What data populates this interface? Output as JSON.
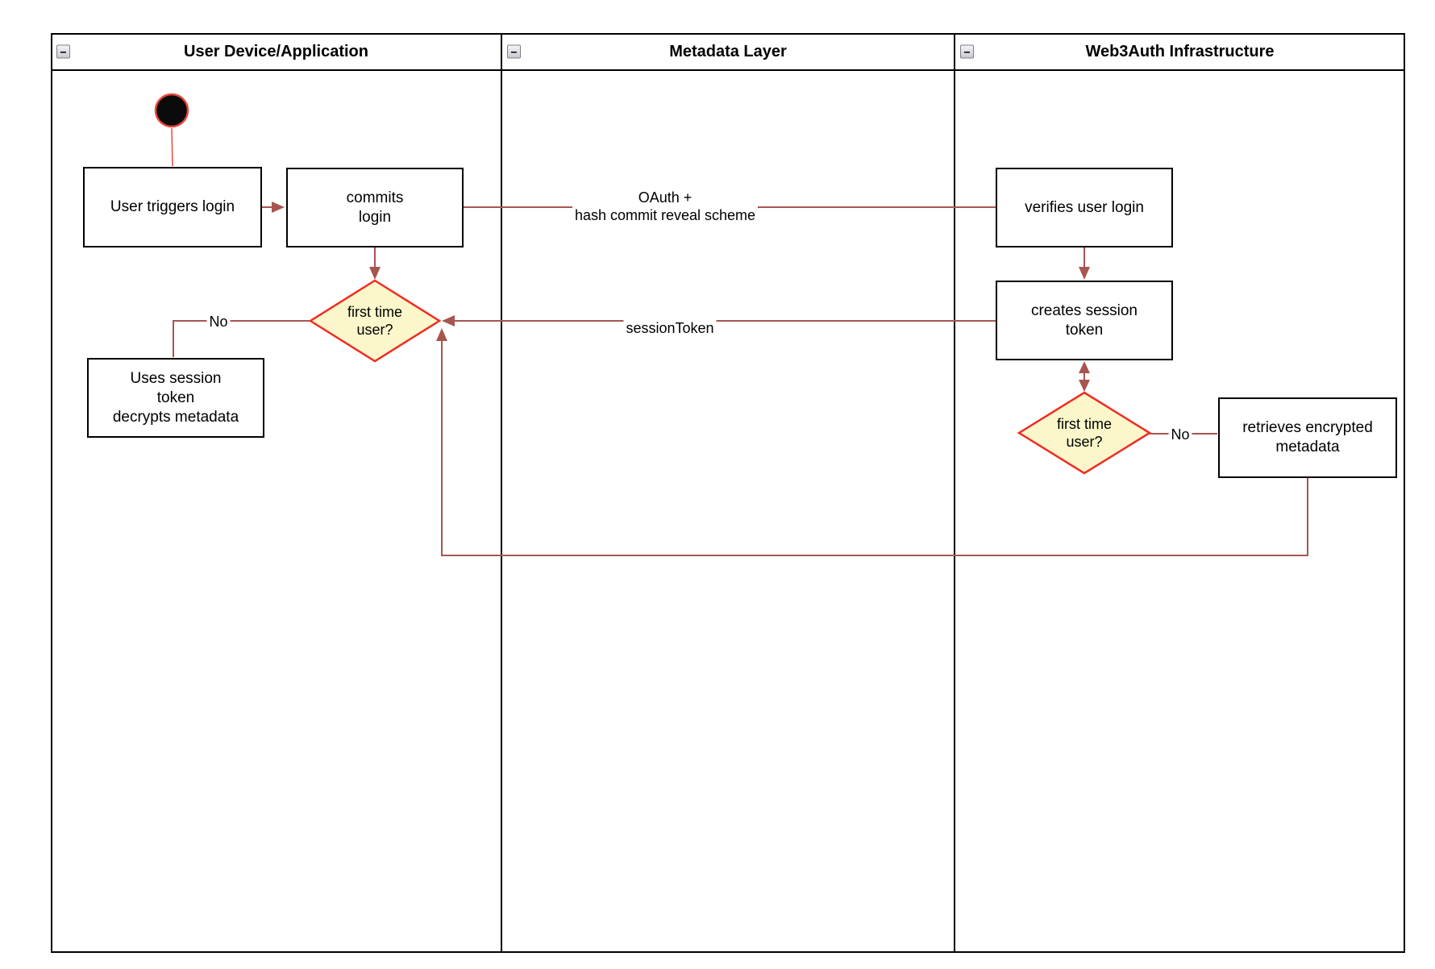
{
  "colors": {
    "edge": "#a85550",
    "decision_fill": "#fbf7cb",
    "decision_stroke": "#f02d20",
    "start_fill": "#0b0b0b",
    "start_stroke": "#e8483c",
    "node_border": "#000000",
    "lane_border": "#000000"
  },
  "lanes": [
    {
      "title": "User Device/Application",
      "collapse_icon": "−"
    },
    {
      "title": "Metadata Layer",
      "collapse_icon": "−"
    },
    {
      "title": "Web3Auth Infrastructure",
      "collapse_icon": "−"
    }
  ],
  "nodes": {
    "user_triggers_login": {
      "label": "User triggers login"
    },
    "commits_login": {
      "label": "commits\nlogin"
    },
    "first_time_user_device": {
      "label": "first time\nuser?"
    },
    "uses_session_token": {
      "label": "Uses session\ntoken\ndecrypts metadata"
    },
    "verifies_user_login": {
      "label": "verifies user login"
    },
    "creates_session_token": {
      "label": "creates session\ntoken"
    },
    "first_time_user_infra": {
      "label": "first time\nuser?"
    },
    "retrieves_encrypted_metadata": {
      "label": "retrieves encrypted\nmetadata"
    }
  },
  "edge_labels": {
    "oauth": "OAuth +\nhash commit reveal scheme",
    "session_token": "sessionToken",
    "no_device": "No",
    "no_infra": "No"
  }
}
